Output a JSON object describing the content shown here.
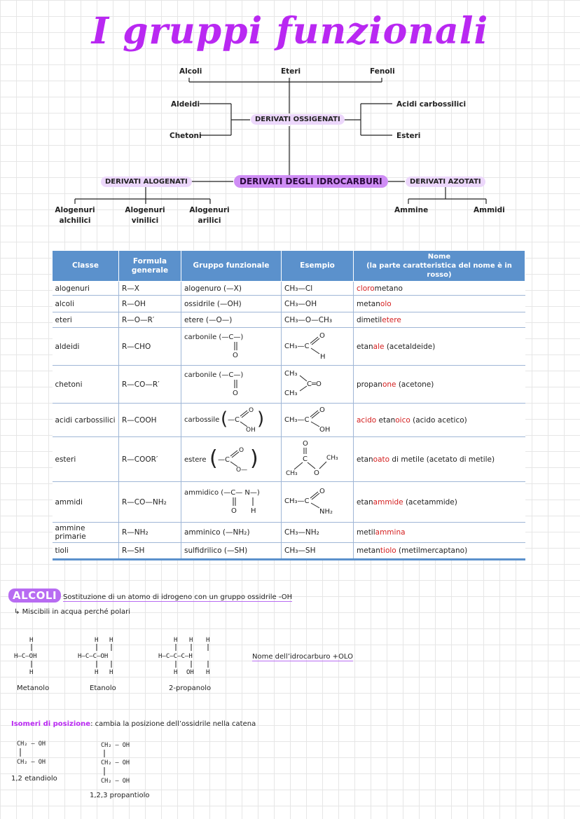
{
  "title": "I gruppi funzionali",
  "diagram": {
    "top": [
      "Alcoli",
      "Eteri",
      "Fenoli"
    ],
    "left_mid": [
      "Aldeidi",
      "Chetoni"
    ],
    "right_mid": [
      "Acidi carbossilici",
      "Esteri"
    ],
    "ossigenati": "DERIVATI OSSIGENATI",
    "center": "DERIVATI DEGLI IDROCARBURI",
    "alogenati": "DERIVATI ALOGENATI",
    "azotati": "DERIVATI AZOTATI",
    "alogenuri": [
      {
        "l1": "Alogenuri",
        "l2": "alchilici"
      },
      {
        "l1": "Alogenuri",
        "l2": "vinilici"
      },
      {
        "l1": "Alogenuri",
        "l2": "arilici"
      }
    ],
    "azot_items": [
      "Ammine",
      "Ammidi"
    ]
  },
  "table": {
    "headers": {
      "classe": "Classe",
      "formula_l1": "Formula",
      "formula_l2": "generale",
      "gruppo": "Gruppo funzionale",
      "esempio": "Esempio",
      "nome_l1": "Nome",
      "nome_l2": "(la parte caratteristica del nome è in rosso)"
    },
    "rows": [
      {
        "classe": "alogenuri",
        "formula": "R—X",
        "gruppo": "alogenuro (—X)",
        "esempio": "CH₃—Cl",
        "nome_red1": "cloro",
        "nome_black1": "metano",
        "nome_red2": "",
        "nome_black2": ""
      },
      {
        "classe": "alcoli",
        "formula": "R—OH",
        "gruppo": "ossidrile (—OH)",
        "esempio": "CH₃—OH",
        "nome_red1": "",
        "nome_black1": "metan",
        "nome_red2": "olo",
        "nome_black2": ""
      },
      {
        "classe": "eteri",
        "formula": "R—O—R′",
        "gruppo": "etere (—O—)",
        "esempio": "CH₃—O—CH₃",
        "nome_red1": "",
        "nome_black1": "dimetil",
        "nome_red2": "etere",
        "nome_black2": ""
      },
      {
        "classe": "aldeidi",
        "formula": "R—CHO",
        "gruppo": "carbonile",
        "esempio": "",
        "nome_red1": "",
        "nome_black1": "etan",
        "nome_red2": "ale",
        "nome_black2": " (acetaldeide)"
      },
      {
        "classe": "chetoni",
        "formula": "R—CO—R′",
        "gruppo": "carbonile",
        "esempio": "",
        "nome_red1": "",
        "nome_black1": "propan",
        "nome_red2": "one",
        "nome_black2": " (acetone)"
      },
      {
        "classe": "acidi carbossilici",
        "formula": "R—COOH",
        "gruppo": "carbossile",
        "esempio": "",
        "nome_red1": "acido",
        "nome_black1": " etan",
        "nome_red2": "oico",
        "nome_black2": " (acido acetico)"
      },
      {
        "classe": "esteri",
        "formula": "R—COOR′",
        "gruppo": "estere",
        "esempio": "",
        "nome_red1": "",
        "nome_black1": "etan",
        "nome_red2": "oato",
        "nome_black2": " di metile (acetato di metile)"
      },
      {
        "classe": "ammidi",
        "formula": "R—CO—NH₂",
        "gruppo": "ammidico",
        "esempio": "",
        "nome_red1": "",
        "nome_black1": "etan",
        "nome_red2": "ammide",
        "nome_black2": " (acetammide)"
      },
      {
        "classe": "ammine primarie",
        "formula": "R—NH₂",
        "gruppo": "amminico (—NH₂)",
        "esempio": "CH₃—NH₂",
        "nome_red1": "",
        "nome_black1": "metil",
        "nome_red2": "ammina",
        "nome_black2": ""
      },
      {
        "classe": "tioli",
        "formula": "R—SH",
        "gruppo": "sulfidrilico (—SH)",
        "esempio": "CH₃—SH",
        "nome_red1": "",
        "nome_black1": "metan",
        "nome_red2": "tiolo",
        "nome_black2": " (metilmercaptano)"
      }
    ]
  },
  "alcoli": {
    "heading": "ALCOLI",
    "definition": "Sostituzione di un atomo di idrogeno con un gruppo ossidrile -OH",
    "note": "Miscibili in acqua perché polari",
    "rule": "Nome dell’idrocarburo +OLO",
    "molecules": [
      "Metanolo",
      "Etanolo",
      "2-propanolo"
    ],
    "isomeri_title": "Isomeri di posizione",
    "isomeri_text": ": cambia la posizione dell’ossidrile nella catena",
    "isomeri": [
      "1,2 etandiolo",
      "1,2,3 propantiolo"
    ]
  },
  "colors": {
    "accent": "#b928f2",
    "header": "#5b91cc",
    "red": "#d42020"
  }
}
